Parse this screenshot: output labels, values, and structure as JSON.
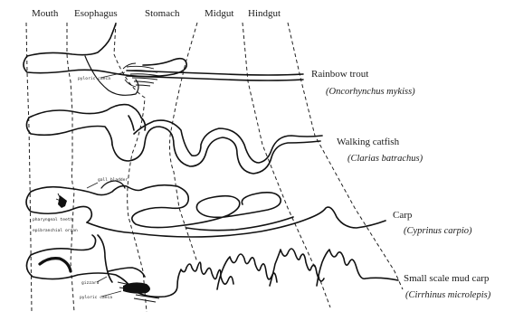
{
  "regions": {
    "mouth": "Mouth",
    "esophagus": "Esophagus",
    "stomach": "Stomach",
    "midgut": "Midgut",
    "hindgut": "Hindgut"
  },
  "species": [
    {
      "common": "Rainbow trout",
      "scientific": "(Oncorhynchus mykiss)"
    },
    {
      "common": "Walking catfish",
      "scientific": "(Clarias batrachus)"
    },
    {
      "common": "Carp",
      "scientific": "(Cyprinus carpio)"
    },
    {
      "common": "Small scale mud carp",
      "scientific": "(Cirrhinus microlepis)"
    }
  ],
  "organs": {
    "pyloric_caeca": "pyloric caeca",
    "gall_bladder": "gall bladder",
    "pharyngeal_teeth": "pharyngeal teeth",
    "epibranchial_organ": "epibranchial organ",
    "gizzard": "gizzard",
    "pyloric_caeca_2": "pyloric caeca"
  }
}
